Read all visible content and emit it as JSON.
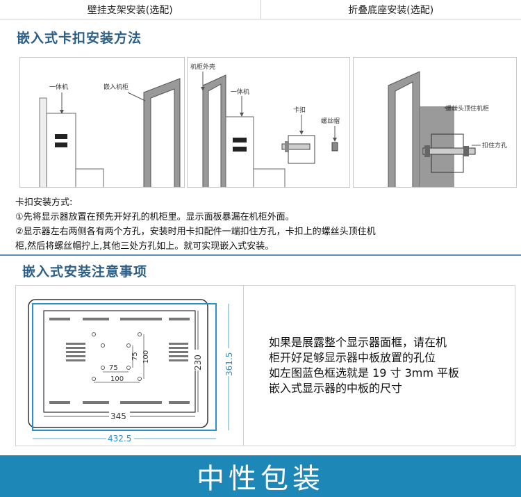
{
  "top_table": {
    "left": "壁挂支架安装(选配)",
    "right": "折叠底座安装(选配)"
  },
  "section1": {
    "title": "嵌入式卡扣安装方法",
    "panel1": {
      "label_a": "一体机",
      "label_b": "嵌入机柜"
    },
    "panel2": {
      "label_a": "机柜外壳",
      "label_b": "一体机",
      "label_c": "卡扣",
      "label_d": "螺丝帽"
    },
    "panel3": {
      "label_a": "螺丝头顶住机柜",
      "label_b": "扣住方孔"
    },
    "desc": [
      "卡扣安装方式:",
      "①先将显示器放置在预先开好孔的机柜里。显示面板暴漏在机柜外面。",
      "②显示器左右两侧各有两个方孔，安装时用卡扣配件一端扣住方孔，卡扣上的螺丝头顶住机",
      "柜,然后将螺丝帽拧上,其他三处方孔如上。就可实现嵌入式安装。"
    ]
  },
  "section2": {
    "title": "嵌入式安装注意事项",
    "dims": {
      "inner_width": "345",
      "outer_width": "432.5",
      "inner_height": "230",
      "outer_height": "361.5",
      "vesa_h75": "75",
      "vesa_h100": "100",
      "vesa_v75": "75",
      "vesa_v100": "100"
    },
    "note": [
      "如果是展露整个显示器面框，请在机",
      "柜开好足够显示器中板放置的孔位",
      "如左图蓝色框选就是 19 寸 3mm 平板",
      "嵌入式显示器的中板的尺寸"
    ]
  },
  "banner": {
    "text": "中性包装"
  },
  "colors": {
    "title": "#2c5e86",
    "banner": "#1d88b8",
    "blue_frame": "#2a8fcf"
  }
}
